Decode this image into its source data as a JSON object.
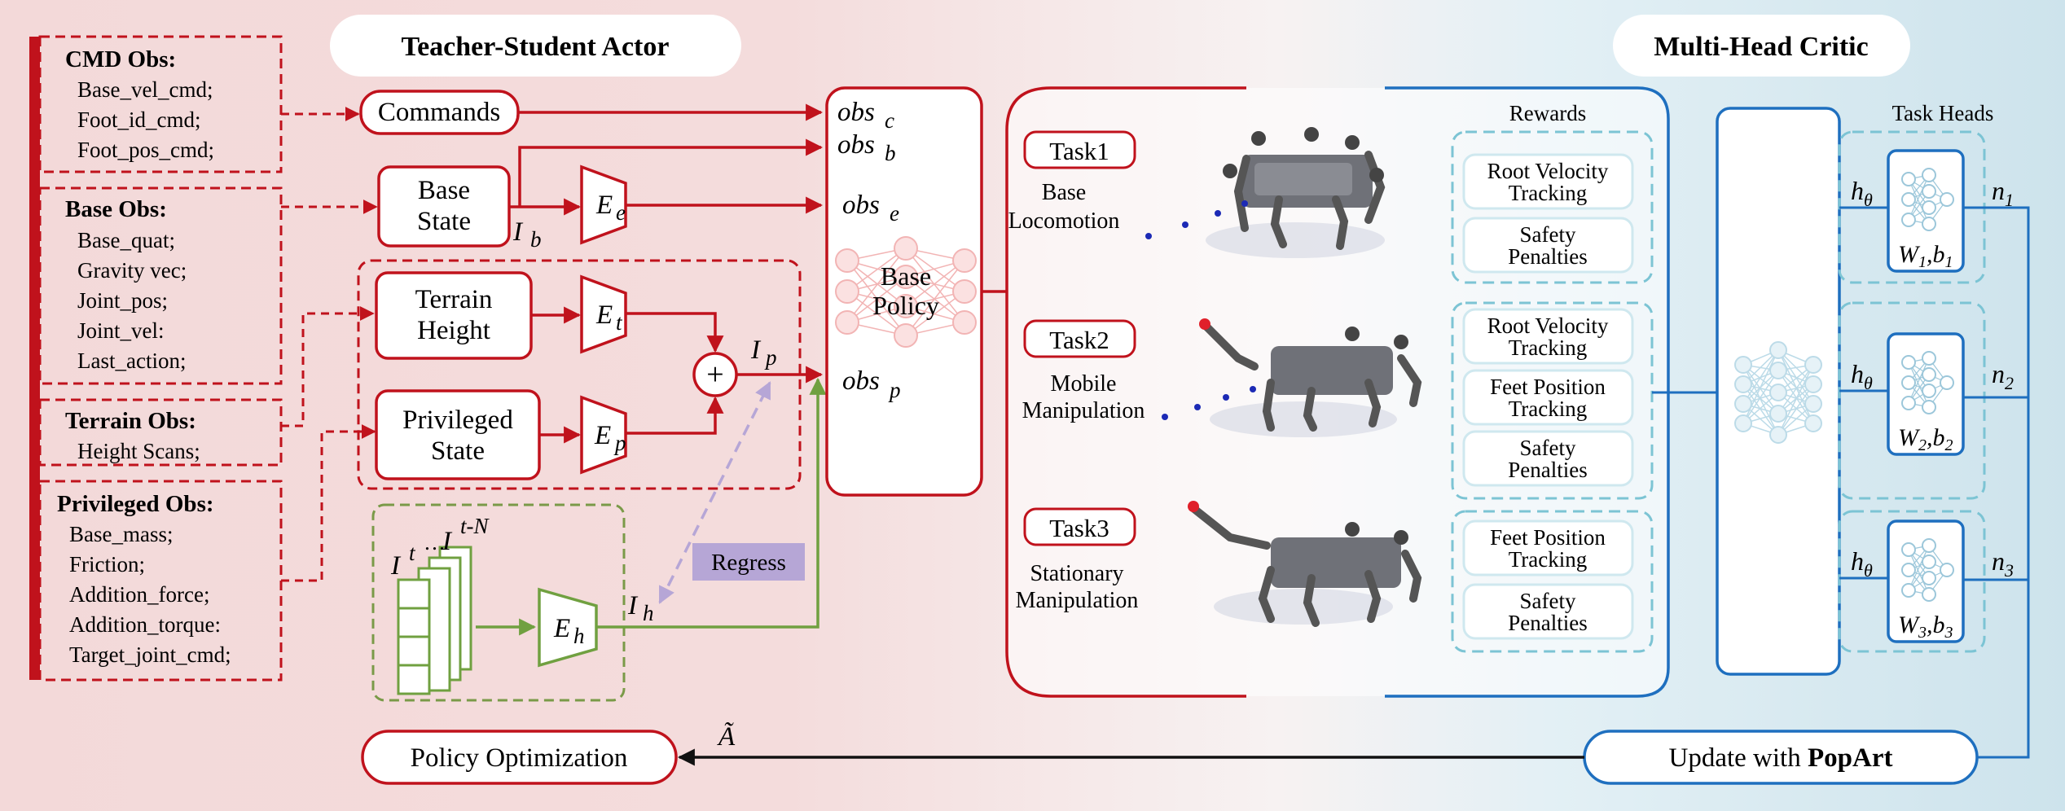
{
  "obs_groups": [
    {
      "title": "CMD Obs:",
      "items": [
        "Base_vel_cmd;",
        "Foot_id_cmd;",
        "Foot_pos_cmd;"
      ]
    },
    {
      "title": "Base Obs:",
      "items": [
        "Base_quat;",
        "Gravity vec;",
        "Joint_pos;",
        "Joint_vel:",
        "Last_action;"
      ]
    },
    {
      "title": "Terrain Obs:",
      "items": [
        "Height Scans;"
      ]
    },
    {
      "title": "Privileged Obs:",
      "items": [
        "Base_mass;",
        "Friction;",
        "Addition_force;",
        "Addition_torque:",
        "Target_joint_cmd;"
      ]
    }
  ],
  "actor": {
    "title": "Teacher-Student Actor",
    "commands": "Commands",
    "base_state": [
      "Base",
      "State"
    ],
    "terrain_height": [
      "Terrain",
      "Height"
    ],
    "privileged_state": [
      "Privileged",
      "State"
    ],
    "encoders": {
      "e": "E",
      "e_sub": "e",
      "t": "E",
      "t_sub": "t",
      "p": "E",
      "p_sub": "p",
      "h": "E",
      "h_sub": "h"
    },
    "sum_symbol": "+",
    "ib": "I",
    "ib_sub": "b",
    "ip": "I",
    "ip_sub": "p",
    "ih": "I",
    "ih_sub": "h",
    "history": {
      "ib_t": "I",
      "t_sup": "t",
      "dots": "…",
      "ib_tn": "I",
      "tn_sup": "t-N"
    },
    "regress": "Regress"
  },
  "policy": {
    "obs": [
      {
        "name": "obs",
        "sub": "c"
      },
      {
        "name": "obs",
        "sub": "b"
      },
      {
        "name": "obs",
        "sub": "e"
      },
      {
        "name": "obs",
        "sub": "p"
      }
    ],
    "label": [
      "Base",
      "Policy"
    ]
  },
  "tasks": [
    {
      "tag": "Task1",
      "desc": [
        "Base",
        "Locomotion"
      ]
    },
    {
      "tag": "Task2",
      "desc": [
        "Mobile",
        "Manipulation"
      ]
    },
    {
      "tag": "Task3",
      "desc": [
        "Stationary",
        "Manipulation"
      ]
    }
  ],
  "rewards": {
    "heading": "Rewards",
    "groups": [
      [
        [
          "Root Velocity",
          "Tracking"
        ],
        [
          "Safety",
          "Penalties"
        ]
      ],
      [
        [
          "Root Velocity",
          "Tracking"
        ],
        [
          "Feet Position",
          "Tracking"
        ],
        [
          "Safety",
          "Penalties"
        ]
      ],
      [
        [
          "Feet Position",
          "Tracking"
        ],
        [
          "Safety",
          "Penalties"
        ]
      ]
    ]
  },
  "critic": {
    "title": "Multi-Head Critic",
    "task_heads_heading": "Task Heads",
    "heads": [
      {
        "h": "h",
        "h_sub": "θ",
        "w": "W",
        "w_sub": "1",
        "b": "b",
        "b_sub": "1",
        "n": "n",
        "n_sub": "1"
      },
      {
        "h": "h",
        "h_sub": "θ",
        "w": "W",
        "w_sub": "2",
        "b": "b",
        "b_sub": "2",
        "n": "n",
        "n_sub": "2"
      },
      {
        "h": "h",
        "h_sub": "θ",
        "w": "W",
        "w_sub": "3",
        "b": "b",
        "b_sub": "3",
        "n": "n",
        "n_sub": "3"
      }
    ]
  },
  "bottom": {
    "policy_optimization": "Policy Optimization",
    "update_with": "Update with ",
    "popart": "PopArt",
    "advantage": "Ã"
  }
}
